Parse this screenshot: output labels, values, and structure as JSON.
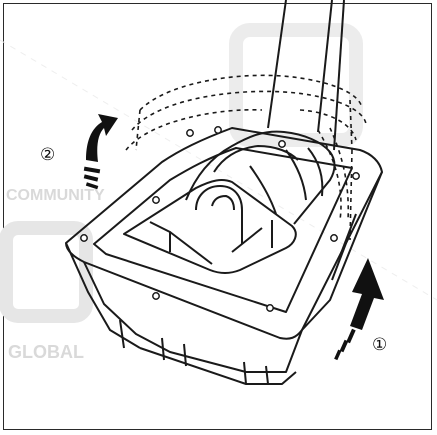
{
  "diagram": {
    "steps": [
      {
        "label": "①",
        "direction": "up"
      },
      {
        "label": "②",
        "direction": "curve-back"
      }
    ],
    "watermark": {
      "community": "COMMUNITY",
      "global": "GLOBAL"
    }
  },
  "colors": {
    "line": "#1a1a1a",
    "watermark": "#d9d9d9",
    "background": "#ffffff"
  }
}
